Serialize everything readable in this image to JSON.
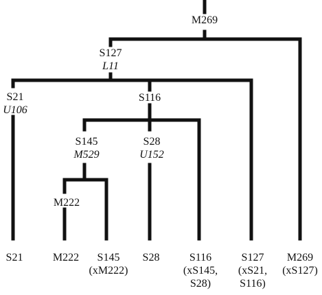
{
  "nodes": {
    "m269": {
      "name": "M269"
    },
    "s127": {
      "name": "S127",
      "sub": "L11"
    },
    "s21": {
      "name": "S21",
      "sub": "U106"
    },
    "s116": {
      "name": "S116"
    },
    "s145": {
      "name": "S145",
      "sub": "M529"
    },
    "s28": {
      "name": "S28",
      "sub": "U152"
    },
    "m222": {
      "name": "M222"
    }
  },
  "leaves": [
    {
      "lines": [
        "S21"
      ]
    },
    {
      "lines": [
        "M222"
      ]
    },
    {
      "lines": [
        "S145",
        "(xM222)"
      ]
    },
    {
      "lines": [
        "S28"
      ]
    },
    {
      "lines": [
        "S116",
        "(xS145,",
        "S28)"
      ]
    },
    {
      "lines": [
        "S127",
        "(xS21,",
        "S116)"
      ]
    },
    {
      "lines": [
        "M269",
        "(xS127)"
      ]
    }
  ],
  "colors": {
    "line": "#111111",
    "text": "#111111"
  }
}
